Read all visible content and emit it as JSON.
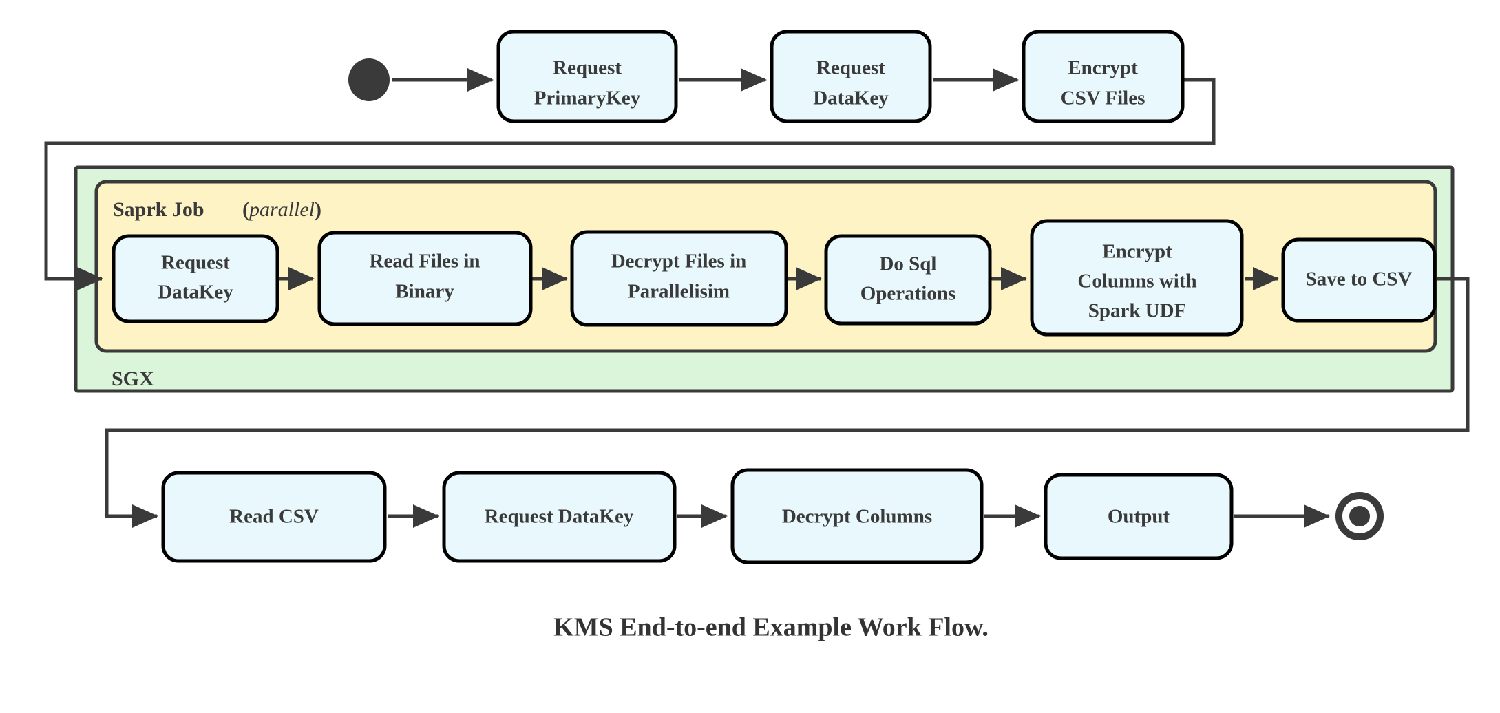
{
  "diagram": {
    "caption": "KMS End-to-end Example Work Flow.",
    "colors": {
      "task_fill": "#e8f8fc",
      "task_stroke": "#000000",
      "sgx_fill": "#daf5da",
      "spark_fill": "#fdf3c4",
      "container_stroke": "#3a3a3a",
      "line": "#3a3a3a",
      "text": "#3a3a3a",
      "start_node": "#3a3a3a",
      "end_node": "#3a3a3a",
      "background": "#ffffff"
    },
    "start_node": {
      "name": "start-node",
      "shape": "filled-circle"
    },
    "end_node": {
      "name": "end-node",
      "shape": "double-circle"
    },
    "groups": [
      {
        "id": "sgx",
        "label": "SGX",
        "label_suffix": "",
        "fill": "#daf5da"
      },
      {
        "id": "spark-job",
        "label": "Saprk Job",
        "label_suffix": "(parallel)",
        "label_suffix_open": "(",
        "label_suffix_italic": "parallel",
        "label_suffix_close": ")",
        "fill": "#fdf3c4"
      }
    ],
    "rows": [
      {
        "id": "row-top",
        "nodes": [
          {
            "id": "request-primarykey",
            "lines": [
              "Request",
              "PrimaryKey"
            ]
          },
          {
            "id": "request-datakey-top",
            "lines": [
              "Request",
              "DataKey"
            ]
          },
          {
            "id": "encrypt-csv-files",
            "lines": [
              "Encrypt",
              "CSV Files"
            ]
          }
        ]
      },
      {
        "id": "row-spark",
        "nodes": [
          {
            "id": "request-datakey-spark",
            "lines": [
              "Request",
              "DataKey"
            ]
          },
          {
            "id": "read-files-in-binary",
            "lines": [
              "Read Files in",
              "Binary"
            ]
          },
          {
            "id": "decrypt-files-in-parallelisim",
            "lines": [
              "Decrypt Files in",
              "Parallelisim"
            ]
          },
          {
            "id": "do-sql-operations",
            "lines": [
              "Do Sql",
              "Operations"
            ]
          },
          {
            "id": "encrypt-columns-with-spark-udf",
            "lines": [
              "Encrypt",
              "Columns with",
              "Spark UDF"
            ]
          },
          {
            "id": "save-to-csv",
            "lines": [
              "Save to CSV"
            ]
          }
        ]
      },
      {
        "id": "row-bottom",
        "nodes": [
          {
            "id": "read-csv",
            "lines": [
              "Read CSV"
            ]
          },
          {
            "id": "request-datakey-bottom",
            "lines": [
              "Request DataKey"
            ]
          },
          {
            "id": "decrypt-columns",
            "lines": [
              "Decrypt Columns"
            ]
          },
          {
            "id": "output",
            "lines": [
              "Output"
            ]
          }
        ]
      }
    ]
  }
}
